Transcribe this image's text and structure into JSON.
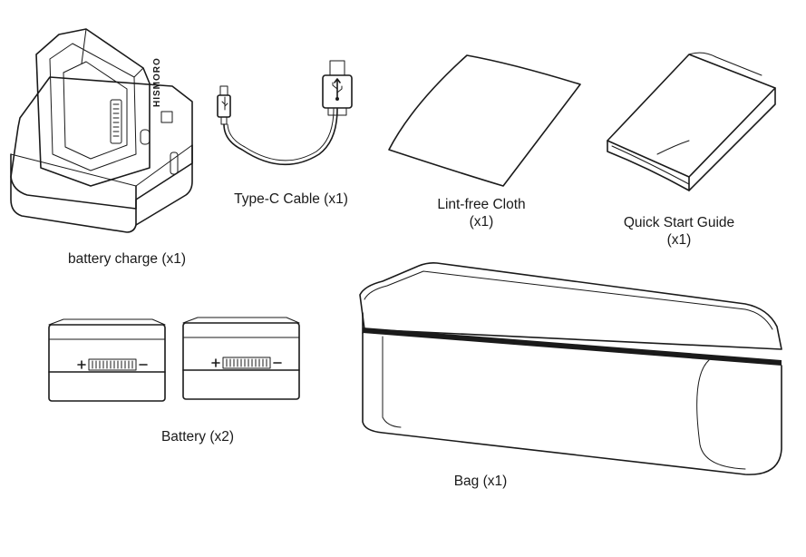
{
  "items": {
    "charger": {
      "label": "battery charge  (x1)",
      "brand_mark": "HISMORO"
    },
    "cable": {
      "label": "Type-C Cable (x1)"
    },
    "cloth": {
      "label": "Lint-free Cloth",
      "qty": "(x1)"
    },
    "guide": {
      "label": "Quick Start Guide",
      "qty": "(x1)"
    },
    "battery": {
      "label": "Battery  (x2)"
    },
    "bag": {
      "label": "Bag (x1)"
    }
  },
  "colors": {
    "line": "#1a1a1a",
    "background": "#ffffff"
  },
  "icons": [
    "usb-icon",
    "battery-plus-icon",
    "battery-minus-icon"
  ]
}
